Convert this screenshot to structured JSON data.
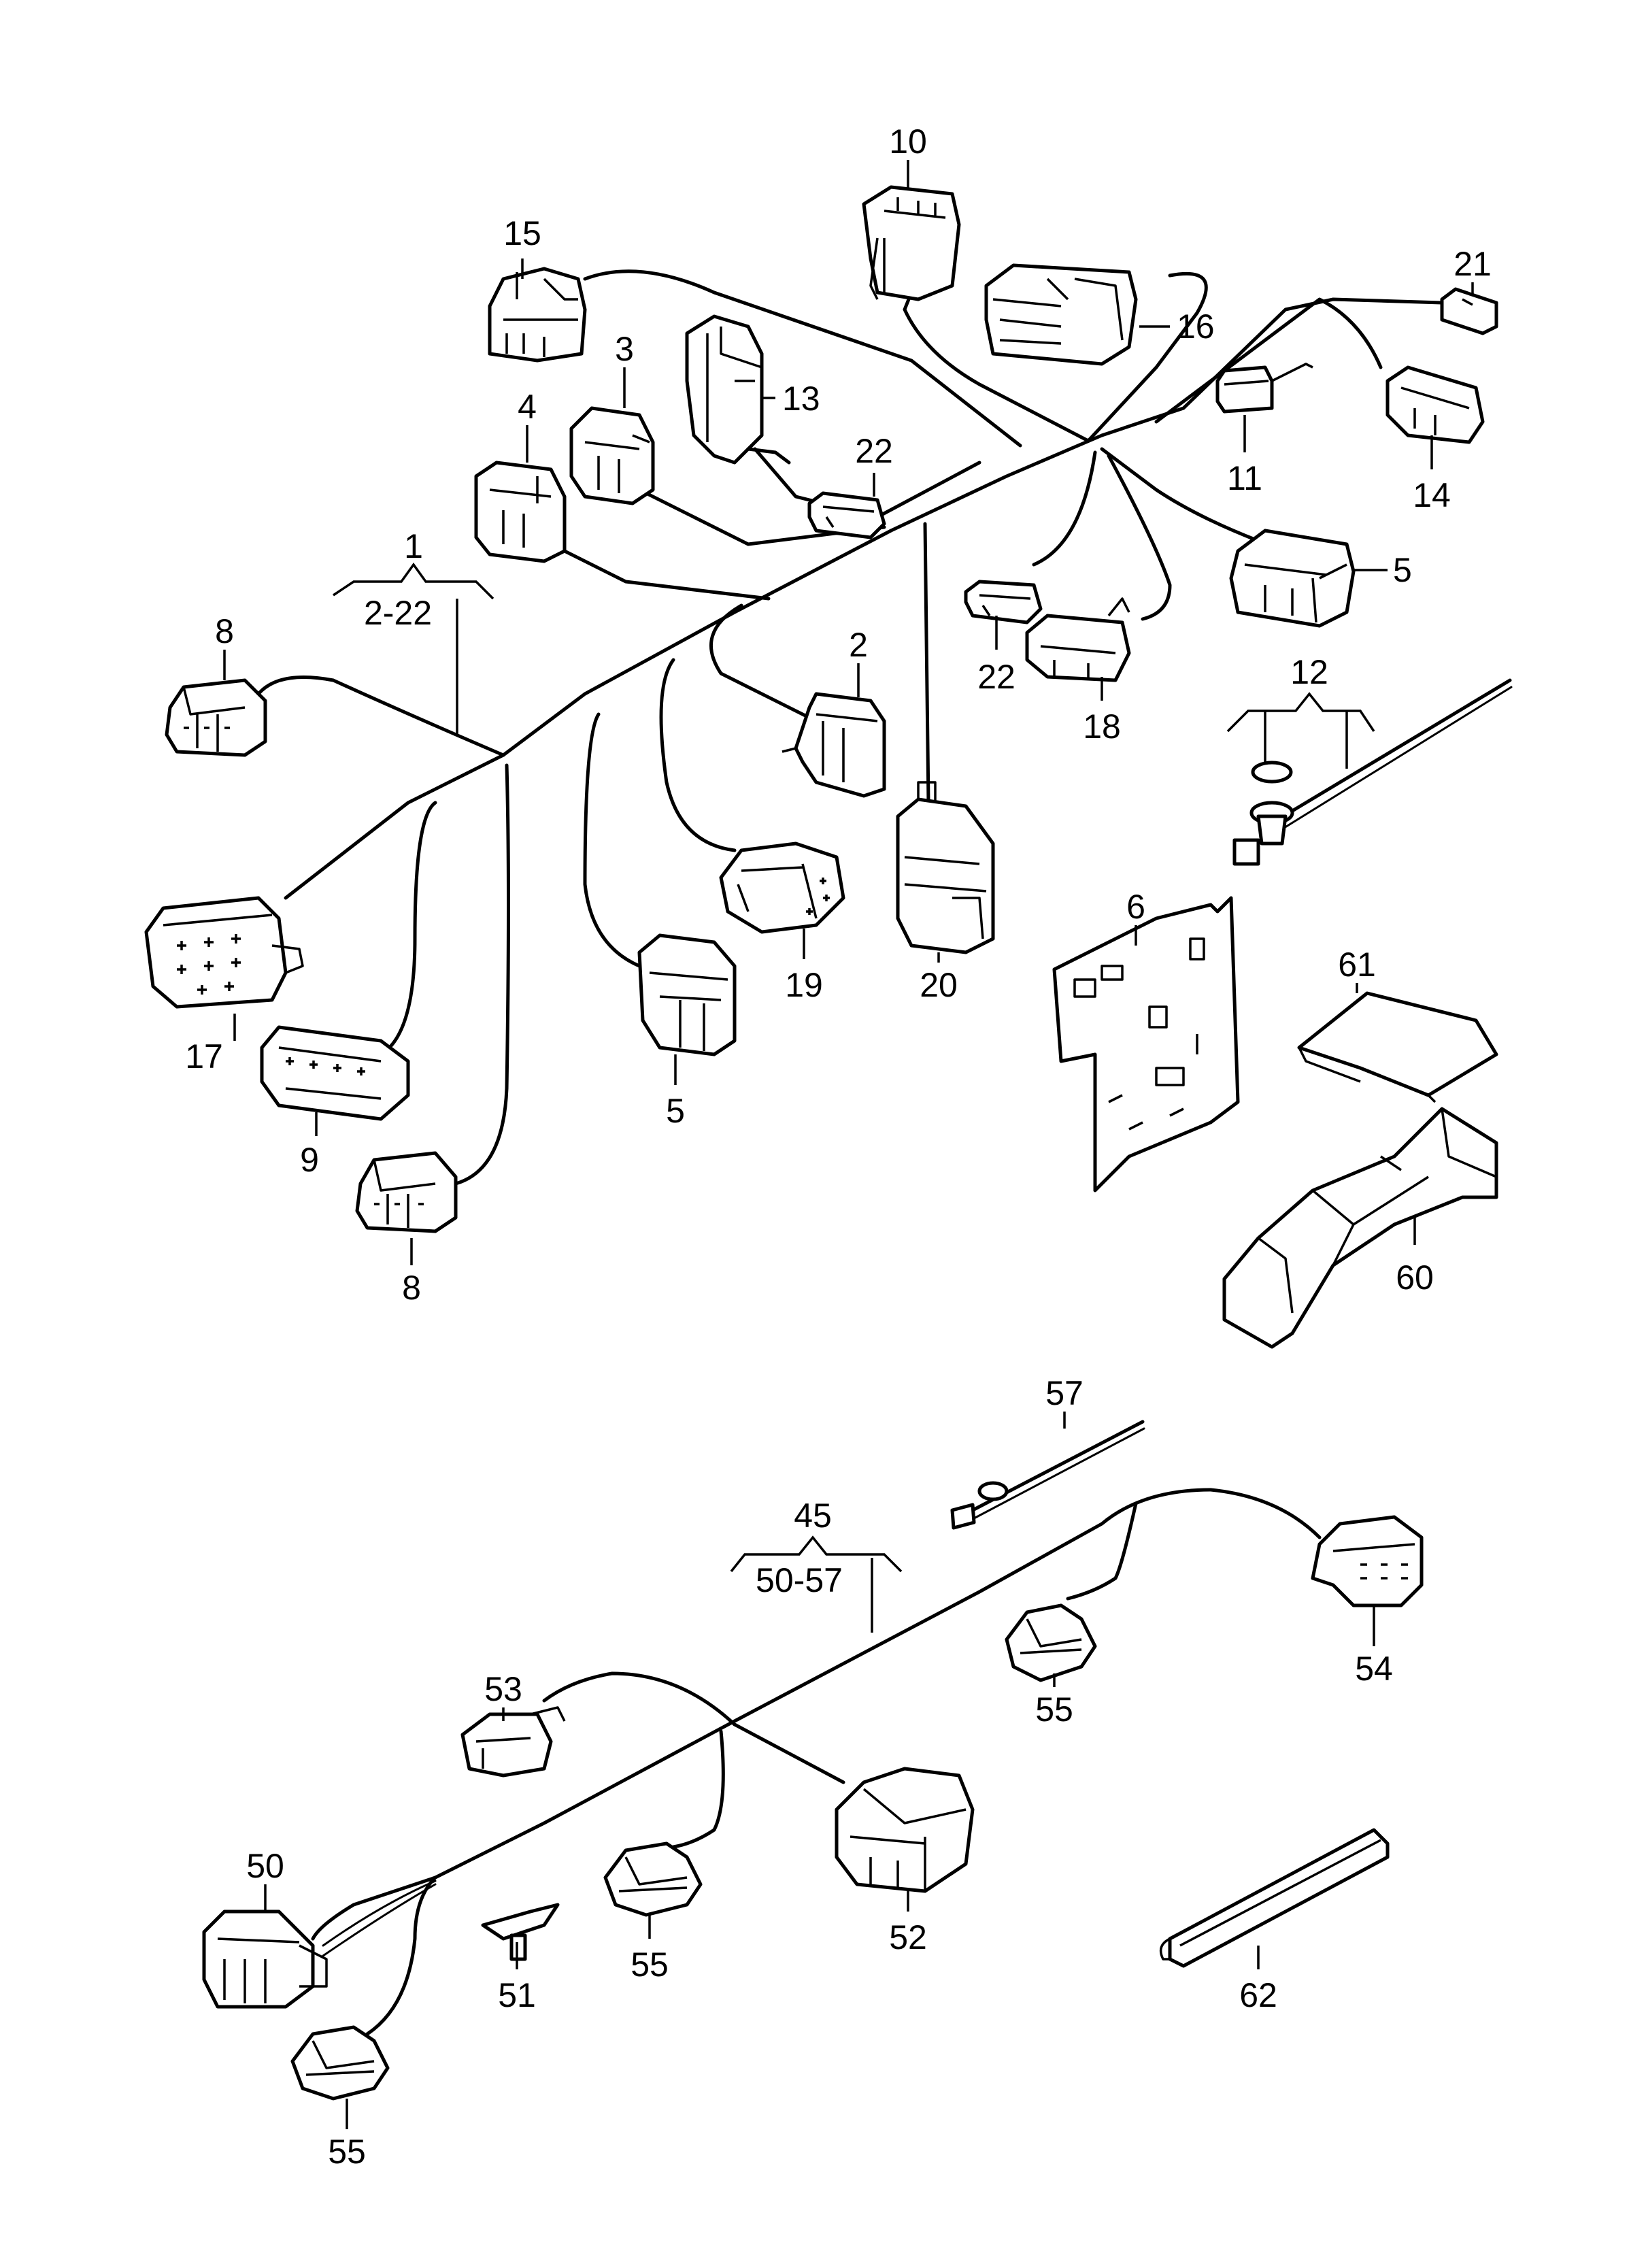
{
  "labels": {
    "p1": "1",
    "p1_range": "2-22",
    "p2": "2",
    "p3": "3",
    "p4": "4",
    "p5a": "5",
    "p5b": "5",
    "p6": "6",
    "p8a": "8",
    "p8b": "8",
    "p9": "9",
    "p10": "10",
    "p11": "11",
    "p12": "12",
    "p13": "13",
    "p14": "14",
    "p15": "15",
    "p16": "16",
    "p17": "17",
    "p18": "18",
    "p19": "19",
    "p20": "20",
    "p21": "21",
    "p22a": "22",
    "p22b": "22",
    "p45": "45",
    "p45_range": "50-57",
    "p50": "50",
    "p51": "51",
    "p52": "52",
    "p53": "53",
    "p54": "54",
    "p55a": "55",
    "p55b": "55",
    "p55c": "55",
    "p57": "57",
    "p60": "60",
    "p61": "61",
    "p62": "62"
  }
}
